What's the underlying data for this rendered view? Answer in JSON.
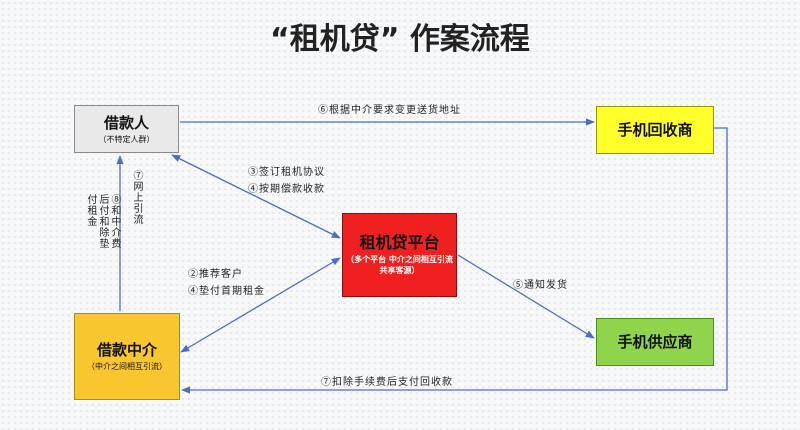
{
  "title": "“租机贷” 作案流程",
  "nodes": {
    "borrower": {
      "name": "借款人",
      "sub": "（不特定人群）"
    },
    "agent": {
      "name": "借款中介",
      "sub": "（中介之间相互引流）"
    },
    "platform": {
      "name": "租机贷平台",
      "sub": "（多个平台 中介之间相互引流 共享客源）"
    },
    "recycler": {
      "name": "手机回收商"
    },
    "supplier": {
      "name": "手机供应商"
    }
  },
  "edges": {
    "e6": "⑥根据中介要求变更送货地址",
    "e3": "③签订租机协议",
    "e4b": "④按期偿款收款",
    "e7up": "⑦网上引流",
    "e8": "⑧和中介费后付和除垫付租金",
    "e2": "②推荐客户",
    "e4a": "④垫付首期租金",
    "e5": "⑤通知发货",
    "e7": "⑦扣除手续费后支付回收款"
  },
  "colors": {
    "arrow": "#4a6fbf"
  }
}
